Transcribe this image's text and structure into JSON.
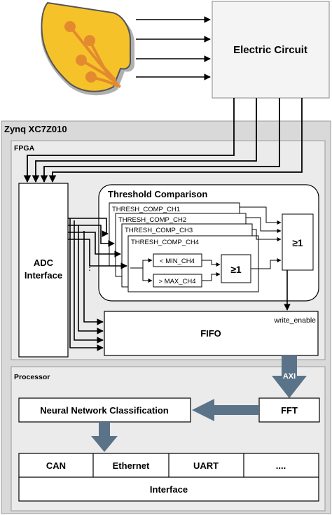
{
  "sensor": {
    "icon": "flexible-electrode-array-icon"
  },
  "circuit": {
    "label": "Electric Circuit"
  },
  "zynq": {
    "label": "Zynq XC7Z010"
  },
  "fpga": {
    "label": "FPGA",
    "adc": {
      "line1": "ADC",
      "line2": "Interface"
    },
    "threshold": {
      "title": "Threshold Comparison",
      "channels": [
        "THRESH_COMP_CH1",
        "THRESH_COMP_CH2",
        "THRESH_COMP_CH3",
        "THRESH_COMP_CH4"
      ],
      "min_label": "< MIN_CH4",
      "max_label": "> MAX_CH4",
      "or_inner": "≥1",
      "or_outer": "≥1"
    },
    "fifo": {
      "label": "FIFO",
      "write_enable": "write_enable"
    },
    "dots": "⋮"
  },
  "bus": {
    "label": "AXI"
  },
  "processor": {
    "label": "Processor",
    "nn": "Neural Network Classification",
    "fft": "FFT",
    "interfaces": [
      "CAN",
      "Ethernet",
      "UART",
      "...."
    ],
    "interface_label": "Interface"
  },
  "colors": {
    "zynq_bg": "#d9d9d9",
    "fpga_bg": "#ebebeb",
    "arrow_fill": "#5a7389",
    "box_border": "#000000",
    "circuit_bg": "#f4f4f4",
    "sensor_gold": "#f6c22a",
    "sensor_orange": "#e38a2e"
  }
}
